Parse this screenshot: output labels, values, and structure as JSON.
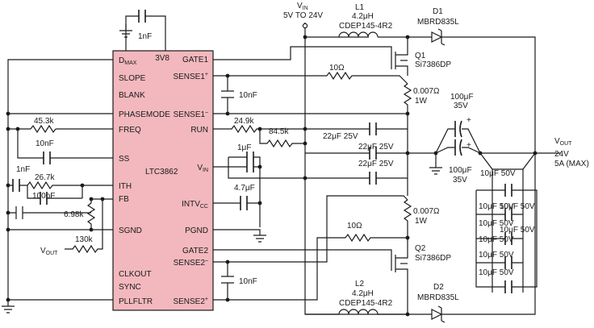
{
  "ic": {
    "part": "LTC3862",
    "pins_left": [
      "SLOPE",
      "BLANK",
      "PHASEMODE",
      "FREQ",
      "SS",
      "ITH",
      "FB",
      "SGND",
      "CLKOUT",
      "SYNC",
      "PLLFLTR"
    ],
    "pin_dmax": "D",
    "pin_dmax_sub": "MAX",
    "pins_right": {
      "v3v8": "3V8",
      "gate1": "GATE1",
      "sense1p": "SENSE1",
      "sense1p_sup": "+",
      "sense1n": "SENSE1",
      "sense1n_sup": "–",
      "run": "RUN",
      "vin": "V",
      "vin_sub": "IN",
      "intvcc": "INTV",
      "intvcc_sub": "CC",
      "pgnd": "PGND",
      "gate2": "GATE2",
      "sense2n": "SENSE2",
      "sense2n_sup": "–",
      "sense2p": "SENSE2",
      "sense2p_sup": "+"
    }
  },
  "components": {
    "c_top": "1nF",
    "r_freq": "45.3k",
    "c_ss": "10nF",
    "c_ith_a": "1nF",
    "r_ith": "26.7k",
    "c_ith_b": "100pF",
    "r_fb": "6.98k",
    "r_vout": "130k",
    "vout_in": "V",
    "vout_in_sub": "OUT",
    "r_sense1": "10Ω",
    "c_sense1": "10nF",
    "r_run_a": "24.9k",
    "r_run_b": "84.5k",
    "c_vin": "1μF",
    "c_intvcc": "4.7μF",
    "r_sense2": "10Ω",
    "c_sense2": "10nF",
    "c_in1": "22μF 25V",
    "c_in2": "22μF 25V",
    "c_in3": "22μF 25V",
    "rs1": "0.007Ω",
    "rs1_w": "1W",
    "rs2": "0.007Ω",
    "rs2_w": "1W",
    "c_out_a": "100μF",
    "c_out_a_v": "35V",
    "c_out_b": "100μF",
    "c_out_b_v": "35V",
    "c_cer": [
      "10μF 50V",
      "10μF 50V",
      "10μF 50V",
      "10μF 50V",
      "10μF 50V",
      "10μF 50V",
      "10μF 50V",
      "10μF 50V"
    ]
  },
  "vin_label": "V",
  "vin_sub": "IN",
  "vin_range": "5V TO 24V",
  "l1": {
    "name": "L1",
    "value": "4.2μH",
    "part": "CDEP145-4R2"
  },
  "l2": {
    "name": "L2",
    "value": "4.2μH",
    "part": "CDEP145-4R2"
  },
  "d1": {
    "name": "D1",
    "part": "MBRD835L"
  },
  "d2": {
    "name": "D2",
    "part": "MBRD835L"
  },
  "q1": {
    "name": "Q1",
    "part": "Si7386DP"
  },
  "q2": {
    "name": "Q2",
    "part": "Si7386DP"
  },
  "vout": {
    "label": "V",
    "sub": "OUT",
    "volts": "24V",
    "current": "5A (MAX)"
  }
}
